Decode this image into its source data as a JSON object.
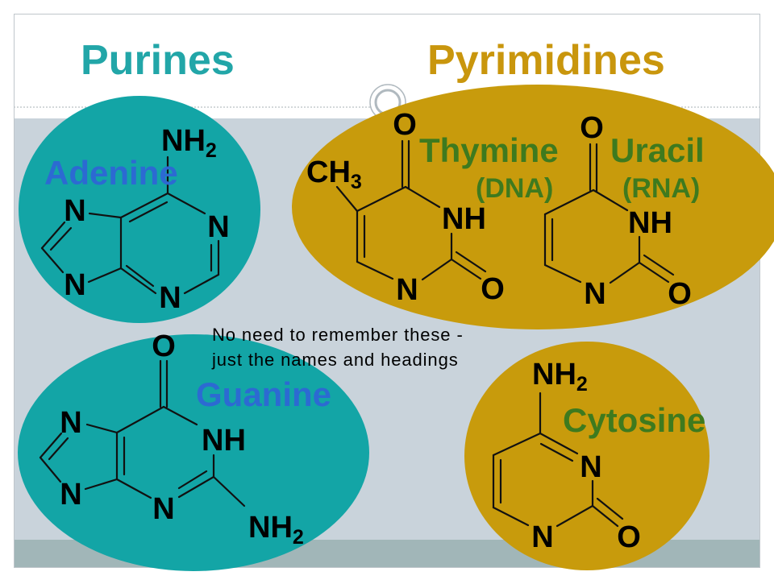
{
  "slide": {
    "headings": {
      "purines": "Purines",
      "pyrimidines": "Pyrimidines"
    },
    "note": [
      "No need to remember these -",
      "just the names and headings"
    ]
  },
  "colors": {
    "purine_fill": "#13a5a6",
    "pyrimidine_fill": "#c89b0c",
    "purine_heading": "#22a6a8",
    "pyrimidine_heading": "#c9960d",
    "purine_name": "#2c6ad2",
    "pyrimidine_name": "#3e7a1e",
    "band": "#c9d3db",
    "footer_band": "#a1b6b8",
    "atom_label": "#000000"
  },
  "adenine": {
    "name": "Adenine",
    "amino": {
      "main": "NH",
      "sub": "2"
    },
    "nitrogens": [
      "N",
      "N",
      "N",
      "N"
    ]
  },
  "guanine": {
    "name": "Guanine",
    "oxygen": "O",
    "nh_group": "NH",
    "amino": {
      "main": "NH",
      "sub": "2"
    },
    "nitrogens": [
      "N",
      "N",
      "N"
    ]
  },
  "thymine": {
    "name": "Thymine",
    "nucleic_acid": "(DNA)",
    "methyl": {
      "main": "CH",
      "sub": "3"
    },
    "nh_group": "NH",
    "nitrogen": "N",
    "oxygens": [
      "O",
      "O"
    ]
  },
  "uracil": {
    "name": "Uracil",
    "nucleic_acid": "(RNA)",
    "nh_group": "NH",
    "nitrogen": "N",
    "oxygens": [
      "O",
      "O"
    ]
  },
  "cytosine": {
    "name": "Cytosine",
    "amino": {
      "main": "NH",
      "sub": "2"
    },
    "nitrogens": [
      "N",
      "N"
    ],
    "oxygen": "O"
  }
}
